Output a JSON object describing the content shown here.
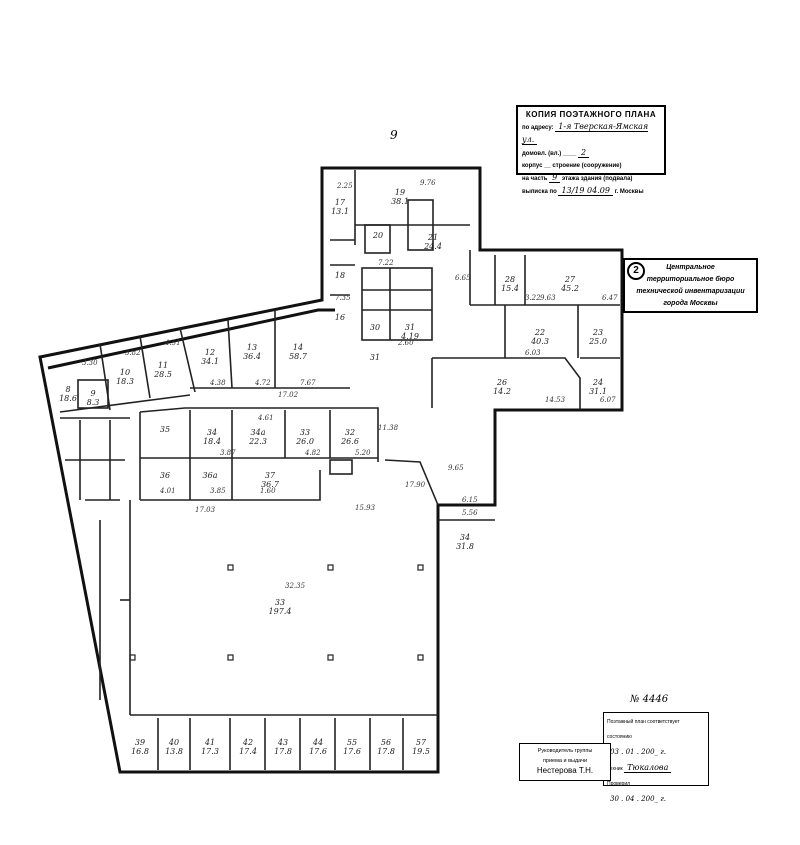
{
  "page_number": "9",
  "stamp_copy": {
    "title": "КОПИЯ ПОЭТАЖНОГО ПЛАНА",
    "address_label": "по адресу:",
    "address_value": "1-я Тверская-Ямская ул.",
    "building_label": "домовл. (вл.)",
    "building_value": "2",
    "block_label": "корпус",
    "structure_label": "строение (сооружение)",
    "part_label": "на часть",
    "part_value": "9",
    "floor_label": "этажа здания (подвала)",
    "issued_label": "выписка по",
    "issued_value": "13/19 04.09",
    "city": "г. Москвы"
  },
  "stamp_bti": {
    "number": "2",
    "lines": [
      "Центральное",
      "территориальное бюро",
      "технической инвентаризации",
      "города Москвы"
    ]
  },
  "stamp_check": {
    "reg_number": "№ 4446",
    "line1": "Поэтажный план соответствует состоянию",
    "date1": "03 . 01 . 200_ г.",
    "signed_label": "Техник",
    "signed_value": "Тюкалова",
    "checked_label": "Проверил",
    "date2": "30 . 04 . 200_ г."
  },
  "stamp_head": {
    "line1": "Руководитель группы",
    "line2": "приема и выдачи",
    "name": "Нестерова Т.Н."
  },
  "rooms": [
    {
      "num": "8",
      "area": "18.6"
    },
    {
      "num": "9",
      "area": "8.3"
    },
    {
      "num": "10",
      "area": "18.3"
    },
    {
      "num": "11",
      "area": "28.5"
    },
    {
      "num": "12",
      "area": "34.1"
    },
    {
      "num": "13",
      "area": "36.4"
    },
    {
      "num": "14",
      "area": "58.7"
    },
    {
      "num": "35",
      "area": ""
    },
    {
      "num": "34",
      "area": "18.4"
    },
    {
      "num": "34а",
      "area": "22.3"
    },
    {
      "num": "33",
      "area": "26.0"
    },
    {
      "num": "32",
      "area": "26.6"
    },
    {
      "num": "36",
      "area": ""
    },
    {
      "num": "36а",
      "area": ""
    },
    {
      "num": "37",
      "area": "36.7"
    },
    {
      "num": "33",
      "area": "197.4"
    },
    {
      "num": "39",
      "area": "16.8"
    },
    {
      "num": "40",
      "area": "13.8"
    },
    {
      "num": "41",
      "area": "17.3"
    },
    {
      "num": "42",
      "area": "17.4"
    },
    {
      "num": "43",
      "area": "17.8"
    },
    {
      "num": "44",
      "area": "17.6"
    },
    {
      "num": "55",
      "area": "17.6"
    },
    {
      "num": "56",
      "area": "17.8"
    },
    {
      "num": "57",
      "area": "19.5"
    },
    {
      "num": "19",
      "area": "38.1"
    },
    {
      "num": "17",
      "area": "13.1"
    },
    {
      "num": "20",
      "area": ""
    },
    {
      "num": "21",
      "area": "24.4"
    },
    {
      "num": "18",
      "area": ""
    },
    {
      "num": "16",
      "area": ""
    },
    {
      "num": "30",
      "area": ""
    },
    {
      "num": "31",
      "area": "4.19"
    },
    {
      "num": "28",
      "area": "15.4"
    },
    {
      "num": "27",
      "area": "45.2"
    },
    {
      "num": "22",
      "area": "40.3"
    },
    {
      "num": "23",
      "area": "25.0"
    },
    {
      "num": "26",
      "area": "14.2"
    },
    {
      "num": "24",
      "area": "31.1"
    },
    {
      "num": "34",
      "area": "31.8"
    },
    {
      "num": "31",
      "area": ""
    }
  ],
  "dimensions": [
    "3.30",
    "3.82",
    "4.51",
    "4.38",
    "4.72",
    "7.67",
    "17.02",
    "4.61",
    "3.87",
    "4.82",
    "5.20",
    "17.03",
    "1.60",
    "3.85",
    "4.01",
    "32.35",
    "15.93",
    "17.90",
    "6.15",
    "5.56",
    "14.53",
    "6.07",
    "6.03",
    "9.63",
    "6.47",
    "7.22",
    "3.22",
    "6.65",
    "11.38",
    "9.65",
    "9.76",
    "2.25",
    "7.35",
    "2.60"
  ]
}
